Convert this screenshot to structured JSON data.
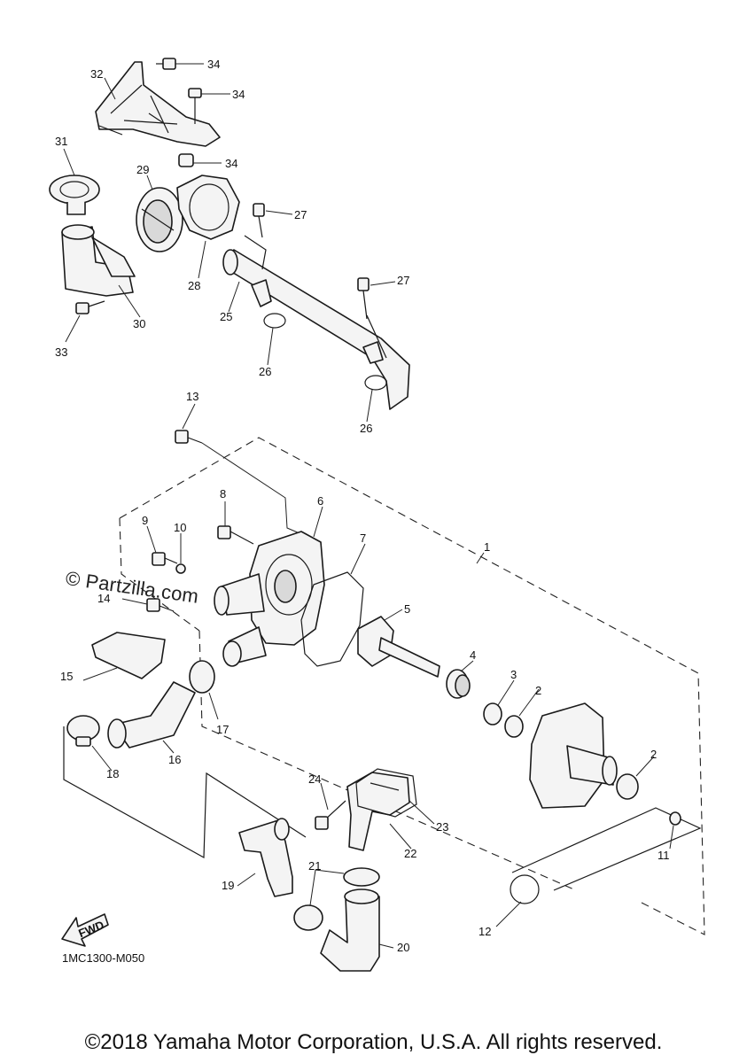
{
  "callouts": [
    "34",
    "34",
    "32",
    "34",
    "31",
    "29",
    "27",
    "27",
    "28",
    "30",
    "25",
    "33",
    "26",
    "26",
    "13",
    "1",
    "6",
    "8",
    "7",
    "9",
    "10",
    "5",
    "14",
    "4",
    "3",
    "2",
    "15",
    "2",
    "17",
    "18",
    "16",
    "24",
    "23",
    "22",
    "11",
    "21",
    "19",
    "12",
    "20"
  ],
  "watermark": "© Partzilla.com",
  "fwd_label": "FWD",
  "diagram_code": "1MC1300-M050",
  "copyright": "©2018 Yamaha Motor Corporation, U.S.A. All rights reserved."
}
